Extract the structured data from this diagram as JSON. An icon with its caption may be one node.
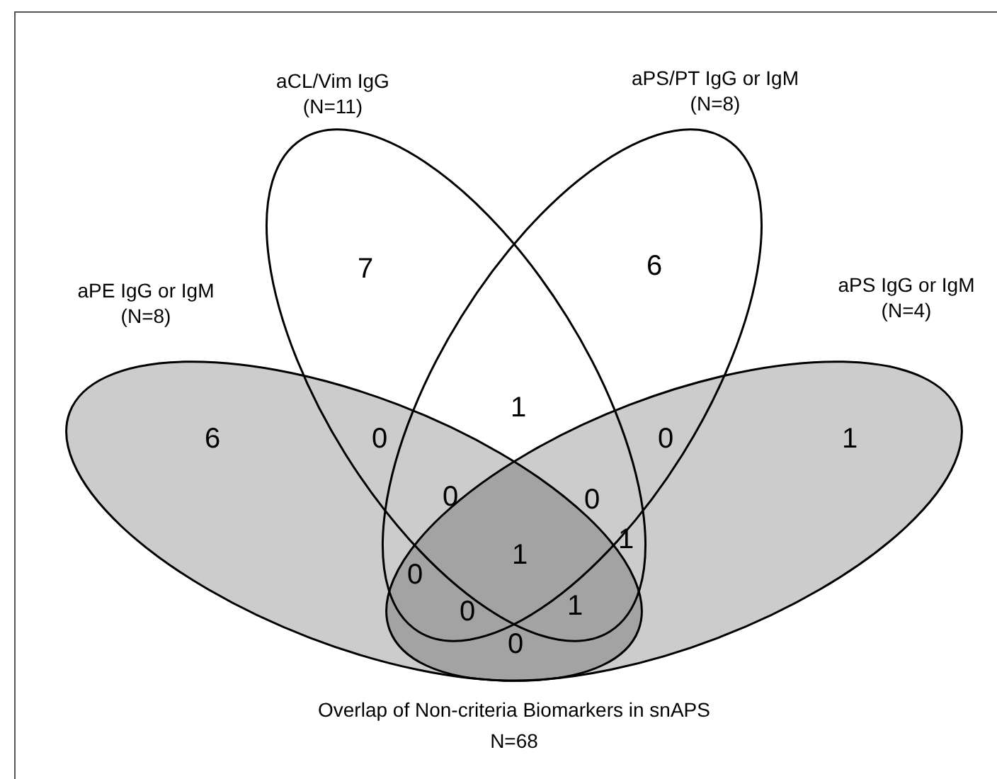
{
  "diagram": {
    "caption": "Overlap of Non-criteria Biomarkers in snAPS N=68",
    "nodes": [
      {
        "text": [
          "aCL/Vim IgG",
          "(N=11)"
        ]
      },
      {
        "text": [
          "aPS/PT IgG or IgM",
          "(N=8)"
        ]
      },
      {
        "text": [
          "aPE IgG or IgM",
          "(N=8)"
        ]
      },
      {
        "text": [
          "aPS IgG or IgM",
          "(N=4)"
        ]
      }
    ],
    "labels": [
      "7",
      "6",
      "1",
      "6",
      "0",
      "0",
      "1",
      "0",
      "0",
      "0",
      "1",
      "1",
      "0",
      "1",
      "0"
    ]
  }
}
